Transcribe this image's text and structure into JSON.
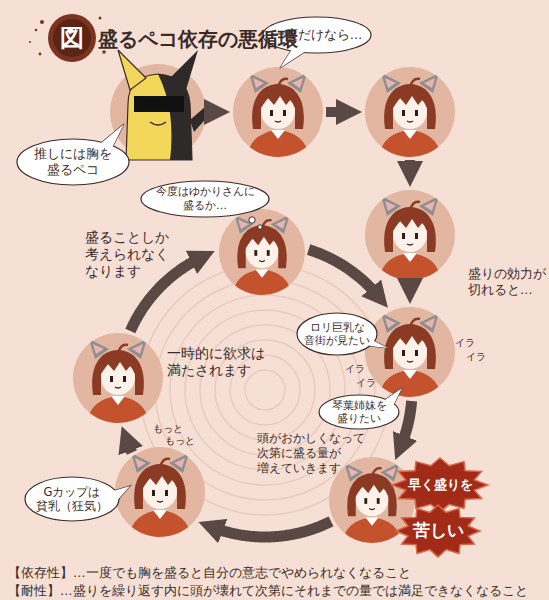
{
  "diagram": {
    "title": "盛るペコ依存の悪循環",
    "nodes": [
      {
        "text": [
          "図"
        ]
      },
      {
        "text": []
      },
      {
        "text": [
          "推しには胸を 盛るペコ"
        ]
      },
      {
        "text": [
          "一度だけなら…"
        ]
      },
      {
        "text": []
      },
      {
        "text": []
      },
      {
        "text": [
          "盛りの効力が 切れると…"
        ]
      },
      {
        "text": [
          "イラ",
          "イラ",
          "イラ",
          "イラ"
        ]
      },
      {
        "text": [
          "ロリ巨乳な 音街が見たい"
        ]
      },
      {
        "text": [
          "琴葉姉妹を 盛りたい"
        ]
      },
      {
        "text": [
          "頭がおかしくなって 次第に盛る量が 増えていきます"
        ]
      },
      {
        "text": [
          "早く盛りを"
        ]
      },
      {
        "text": [
          "苦しい"
        ]
      },
      {
        "text": [
          "もっと",
          "もっと"
        ]
      },
      {
        "text": [
          "Gカップは 貧乳（狂気）"
        ]
      },
      {
        "text": [
          "一時的に欲求は 満たされます"
        ]
      },
      {
        "text": [
          "盛ることしか 考えられなく なります"
        ]
      },
      {
        "text": [
          "今度はゆかりさんに 盛るか…"
        ]
      }
    ],
    "edges": [
      {
        "from": 1,
        "to": 4,
        "arrow": "to"
      },
      {
        "from": 4,
        "to": 5,
        "arrow": "to"
      },
      {
        "from": 5,
        "to": 6,
        "arrow": "to"
      },
      {
        "from": 6,
        "to": 7,
        "arrow": "to"
      },
      {
        "from": 7,
        "to": 10,
        "arrow": "to"
      },
      {
        "from": 10,
        "to": 13,
        "arrow": "to"
      },
      {
        "from": 13,
        "to": 15,
        "arrow": "to"
      },
      {
        "from": 15,
        "to": 16,
        "arrow": "to"
      },
      {
        "from": 16,
        "to": 7,
        "arrow": "to"
      }
    ],
    "labels": [
      "【依存性】…一度でも胸を盛ると自分の意志でやめられなくなること",
      "【耐性】…盛りを繰り返す内に頭が壊れて次第にそれまでの量では満足できなくなること"
    ]
  }
}
